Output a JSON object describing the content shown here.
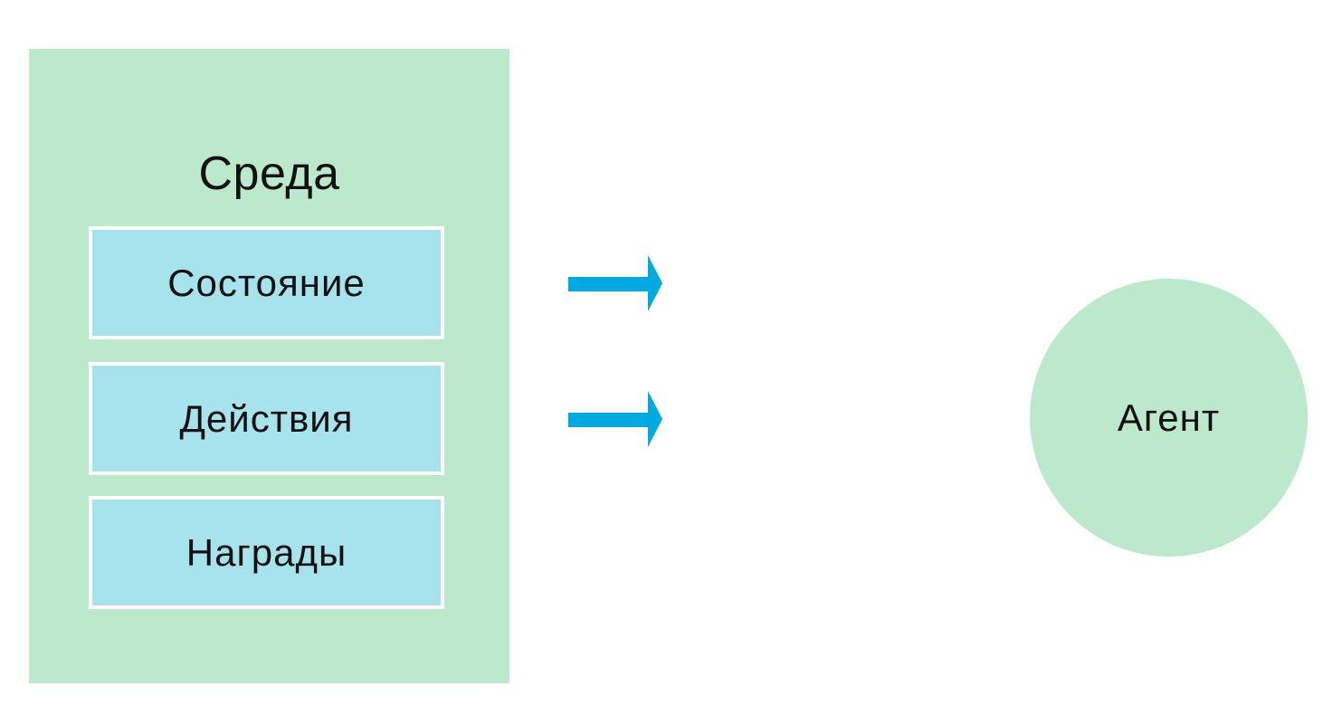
{
  "environment": {
    "title": "Среда",
    "items": [
      {
        "label": "Состояние"
      },
      {
        "label": "Действия"
      },
      {
        "label": "Награды"
      }
    ]
  },
  "agent": {
    "label": "Агент"
  },
  "colors": {
    "panel_green": "#bce8cb",
    "box_blue": "#a7e3ec",
    "arrow_blue": "#00a9e0",
    "box_border": "#ffffff"
  }
}
